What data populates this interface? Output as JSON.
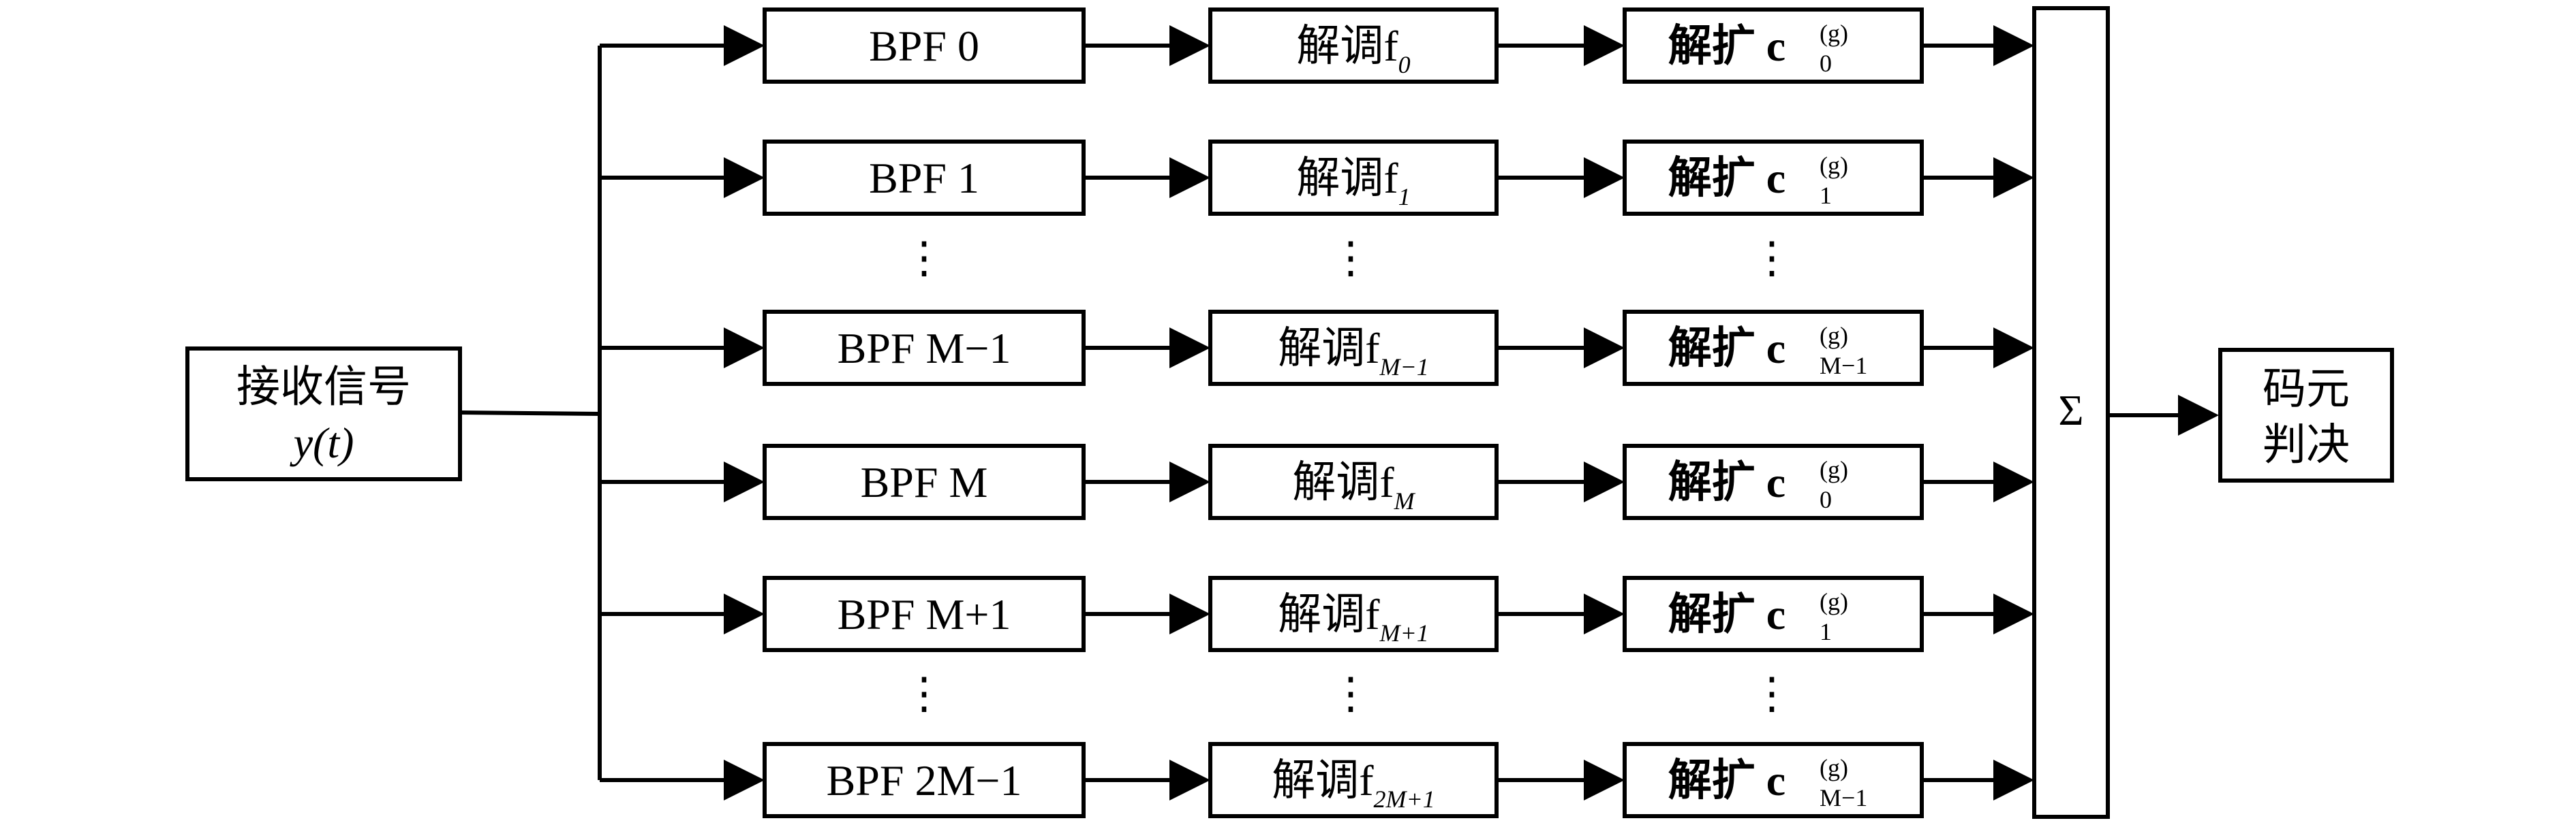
{
  "input": {
    "line1": "接收信号",
    "line2": "y(t)"
  },
  "branches": [
    {
      "bpf": "BPF 0",
      "demod_main": "解调f",
      "demod_sub": "0",
      "despread_main": "解扩 c",
      "despread_sub": "0",
      "despread_sup": "(g)"
    },
    {
      "bpf": "BPF 1",
      "demod_main": "解调f",
      "demod_sub": "1",
      "despread_main": "解扩 c",
      "despread_sub": "1",
      "despread_sup": "(g)"
    },
    {
      "bpf": "BPF M−1",
      "demod_main": "解调f",
      "demod_sub": "M−1",
      "despread_main": "解扩 c",
      "despread_sub": "M−1",
      "despread_sup": "(g)"
    },
    {
      "bpf": "BPF M",
      "demod_main": "解调f",
      "demod_sub": "M",
      "despread_main": "解扩 c",
      "despread_sub": "0",
      "despread_sup": "(g)"
    },
    {
      "bpf": "BPF M+1",
      "demod_main": "解调f",
      "demod_sub": "M+1",
      "despread_main": "解扩 c",
      "despread_sub": "1",
      "despread_sup": "(g)"
    },
    {
      "bpf": "BPF 2M−1",
      "demod_main": "解调f",
      "demod_sub": "2M+1",
      "despread_main": "解扩 c",
      "despread_sub": "M−1",
      "despread_sup": "(g)"
    }
  ],
  "ellipsis": "⋮",
  "sum": {
    "label": "Σ"
  },
  "decision": {
    "line1": "码元",
    "line2": "判决"
  }
}
